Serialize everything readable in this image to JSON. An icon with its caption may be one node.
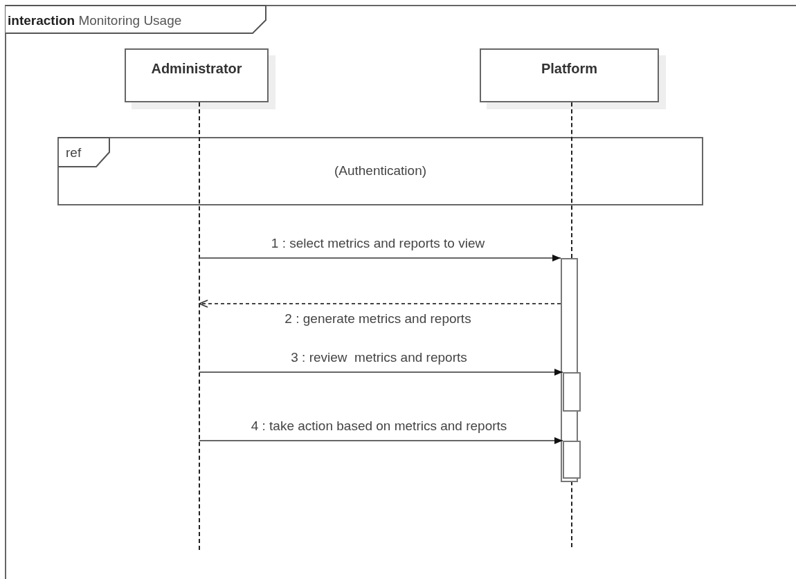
{
  "diagram": {
    "nodes": [
      {
        "text": [
          "**interaction** Monitoring Usage"
        ]
      },
      {
        "text": [
          "Administrator"
        ],
        "in": 0
      },
      {
        "text": [
          "Platform"
        ],
        "in": 0
      },
      {
        "text": [
          "ref",
          "(Authentication)"
        ],
        "in": 0
      },
      {
        "text": [],
        "shape": "line",
        "in": 0
      },
      {
        "text": [],
        "shape": "line",
        "in": 0
      },
      {
        "text": [],
        "shape": "bar",
        "in": 0
      },
      {
        "text": [],
        "shape": "bar",
        "in": 0
      },
      {
        "text": [],
        "shape": "bar",
        "in": 0
      }
    ],
    "edges": [
      {
        "from": 4,
        "to": 6,
        "arrow": "to",
        "label": "1 : select metrics and reports to view"
      },
      {
        "from": 6,
        "to": 4,
        "arrow": "to",
        "label": "2 : generate metrics and reports",
        "style": "dashed"
      },
      {
        "from": 4,
        "to": 7,
        "arrow": "to",
        "label": "3 : review  metrics and reports"
      },
      {
        "from": 4,
        "to": 8,
        "arrow": "to",
        "label": "4 : take action based on metrics and reports"
      }
    ]
  }
}
